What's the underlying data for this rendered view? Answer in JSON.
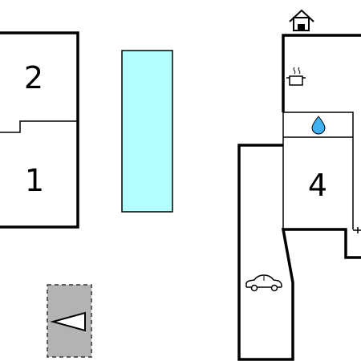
{
  "rooms": {
    "room_2": "2",
    "room_1": "1",
    "room_4": "4"
  },
  "icons": {
    "house": "house-icon",
    "kitchen": "cooking-pot-icon",
    "bathroom": "water-drop-icon",
    "parking": "car-icon",
    "entrance": "triangle-pointer-icon"
  },
  "colors": {
    "walls": "#000000",
    "pool": "#b3ffff",
    "terrace": "#b3b3b3",
    "background": "#ffffff"
  }
}
